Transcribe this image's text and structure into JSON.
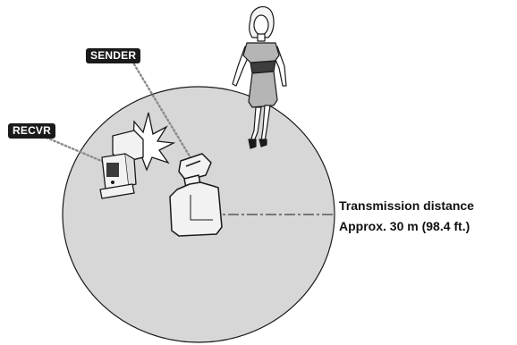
{
  "labels": {
    "sender": "SENDER",
    "receiver": "RECVR"
  },
  "distance": {
    "label": "Transmission distance",
    "value": "Approx. 30 m (98.4 ft.)"
  },
  "colors": {
    "range_fill": "#d7d7d7",
    "outline": "#1a1a1a",
    "tag_bg": "#1a1a1a",
    "tag_text": "#ffffff",
    "leader_line": "#8a8a8a",
    "dress": "#b5b5b5",
    "belt": "#3d3d3d"
  },
  "icons": [
    "person-icon",
    "receiver-flash-icon",
    "sender-camera-icon",
    "flash-burst-icon"
  ]
}
